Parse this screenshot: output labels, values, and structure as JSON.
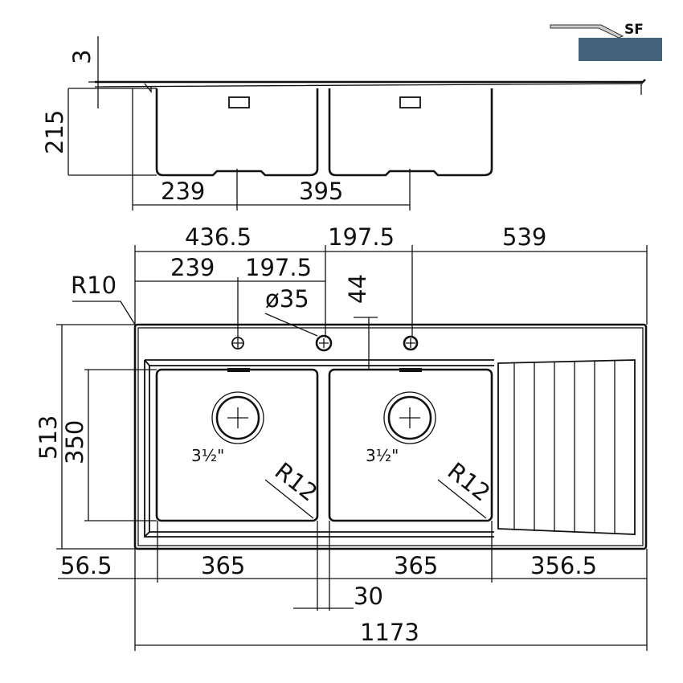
{
  "legend": {
    "label": "SF",
    "color": "#45637a"
  },
  "side_view": {
    "thickness": "3",
    "depth": "215",
    "offset": "239",
    "bowl_span": "395"
  },
  "plan_view": {
    "top_dims": [
      "436.5",
      "197.5",
      "539"
    ],
    "hole_dims": [
      "239",
      "197.5"
    ],
    "corner_radius": "R10",
    "tap_hole": "ø35",
    "hole_offset": "44",
    "overall_depth": "513",
    "bowl_depth": "350",
    "drain_size": [
      "3½\"",
      "3½\""
    ],
    "bowl_radius": [
      "R12",
      "R12"
    ],
    "bottom_dims": [
      "56.5",
      "365",
      "365",
      "356.5"
    ],
    "divider": "30",
    "overall_width": "1173"
  }
}
